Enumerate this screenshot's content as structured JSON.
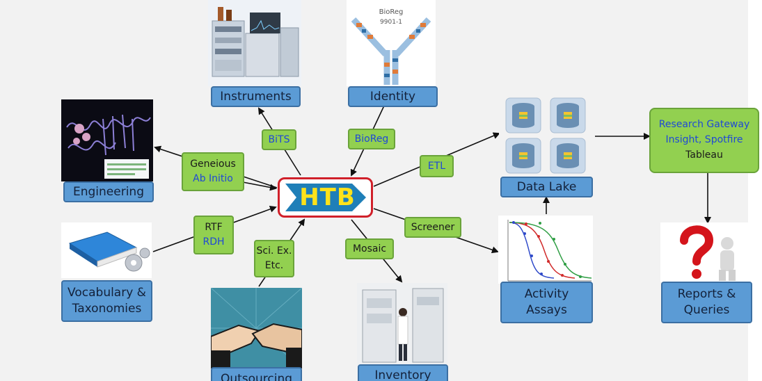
{
  "hub": {
    "label": "HTB",
    "accent": "#d0202a",
    "arrow_color": "#1f7fb8",
    "text_color": "#ffe21a"
  },
  "images": {
    "identity_label_1": "BioReg",
    "identity_label_2": "9901-1"
  },
  "nodes": {
    "instruments": "Instruments",
    "identity": "Identity",
    "engineering": "Engineering",
    "vocabulary_1": "Vocabulary &",
    "vocabulary_2": "Taxonomies",
    "outsourcing": "Outsourcing",
    "inventory": "Inventory",
    "data_lake": "Data Lake",
    "activity_1": "Activity",
    "activity_2": "Assays",
    "reports_1": "Reports &",
    "reports_2": "Queries"
  },
  "connectors": {
    "bits": "BiTS",
    "bioreg": "BioReg",
    "geneious": "Geneious",
    "ab_initio": "Ab Initio",
    "rtf": "RTF",
    "rdh": "RDH",
    "sci_ex": "Sci. Ex.",
    "etc": "Etc.",
    "mosaic": "Mosaic",
    "screener": "Screener",
    "etl": "ETL"
  },
  "gateway": {
    "line1": "Research Gateway",
    "line2": "Insight, Spotfire",
    "line3": "Tableau"
  },
  "colors": {
    "node_blue": "#5b9bd5",
    "connector_green": "#92d050",
    "link_blue": "#1f49d6",
    "background": "#f2f2f2"
  }
}
